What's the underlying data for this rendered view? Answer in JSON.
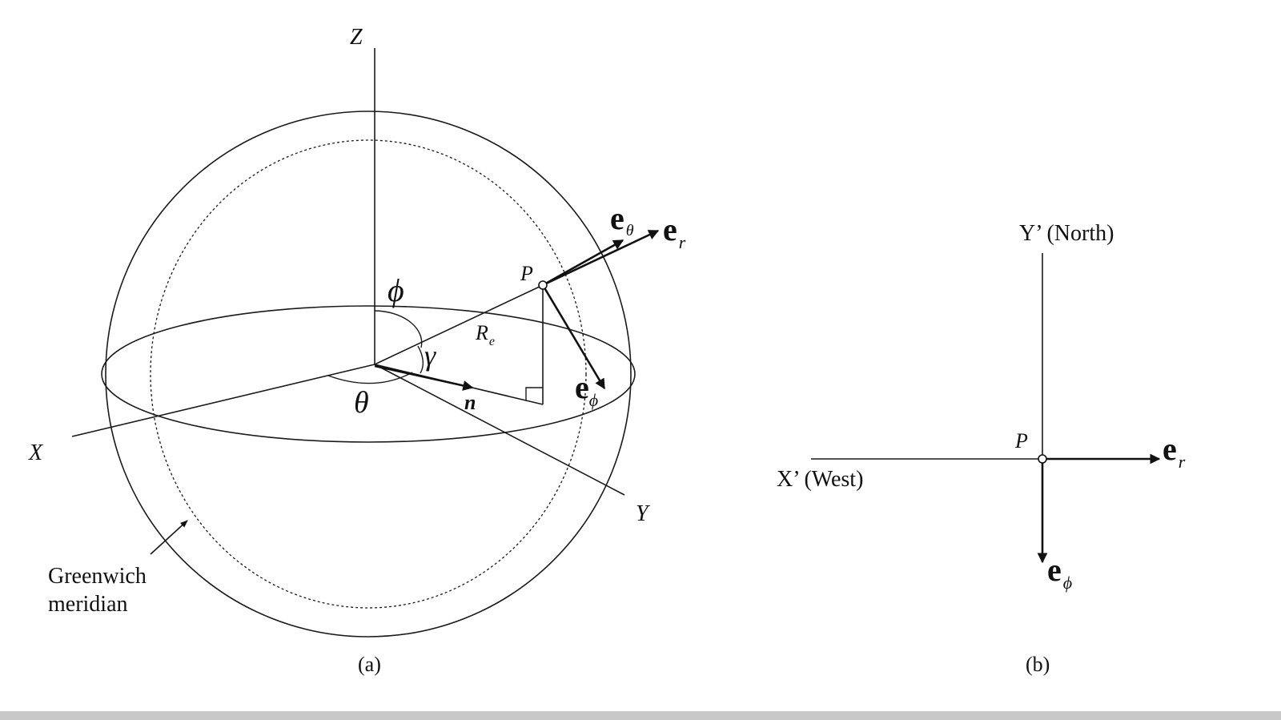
{
  "panel_a": {
    "axis_z": "Z",
    "axis_x": "X",
    "axis_y": "Y",
    "point": "P",
    "angle_phi": "ϕ",
    "angle_theta": "θ",
    "angle_gamma": "γ",
    "radius_main": "R",
    "radius_sub": "e",
    "normal": "n",
    "vec_theta_main": "e",
    "vec_theta_sub": "θ",
    "vec_r_main": "e",
    "vec_r_sub": "r",
    "vec_phi_main": "e",
    "vec_phi_sub": "ϕ",
    "meridian_line1": "Greenwich",
    "meridian_line2": "meridian",
    "caption": "(a)"
  },
  "panel_b": {
    "axis_y": "Y’ (North)",
    "axis_x": "X’ (West)",
    "point": "P",
    "vec_r_main": "e",
    "vec_r_sub": "r",
    "vec_phi_main": "e",
    "vec_phi_sub": "ϕ",
    "caption": "(b)"
  },
  "colors": {
    "ink": "#111111",
    "background": "#ffffff",
    "bottom_bar": "#c8c8c8"
  }
}
